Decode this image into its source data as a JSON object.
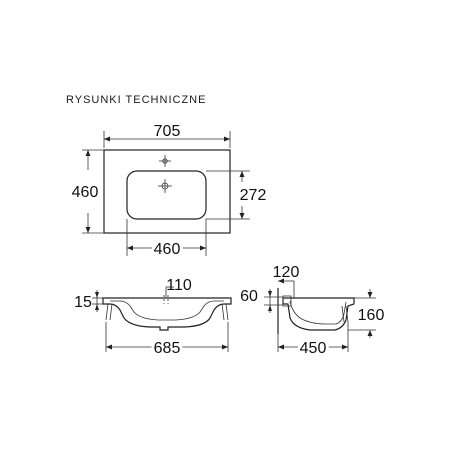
{
  "page_title": "RYSUNKI TECHNICZNE",
  "colors": {
    "ink": "#222222",
    "background": "#ffffff",
    "basin_fill": "#f2f2f2"
  },
  "top_view": {
    "width_label": "705",
    "depth_label": "460",
    "bowl_depth_label": "272",
    "bowl_width_label": "460"
  },
  "front_view": {
    "tap_offset_label": "110",
    "rim_height_label": "15",
    "base_width_label": "685"
  },
  "side_view": {
    "rear_offset_label": "120",
    "top_height_label": "60",
    "height_label": "160",
    "depth_label": "450"
  }
}
